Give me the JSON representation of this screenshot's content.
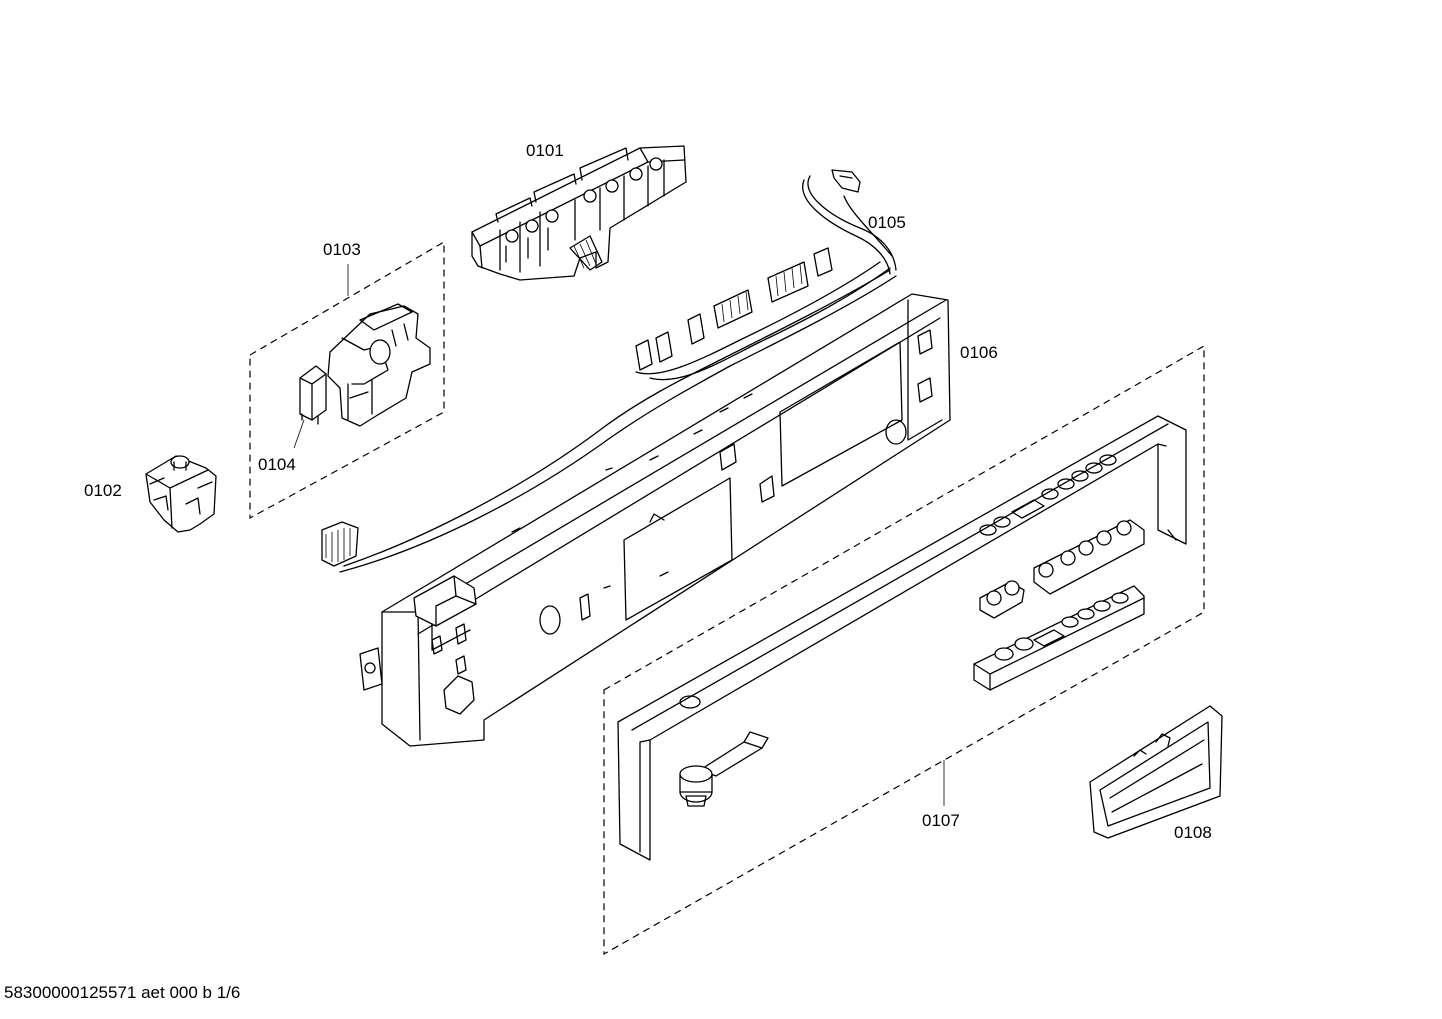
{
  "parts": {
    "p0101": "0101",
    "p0102": "0102",
    "p0103": "0103",
    "p0104": "0104",
    "p0105": "0105",
    "p0106": "0106",
    "p0107": "0107",
    "p0108": "0108"
  },
  "footer": {
    "document_code": "58300000125571 aet 000 b 1/6"
  }
}
